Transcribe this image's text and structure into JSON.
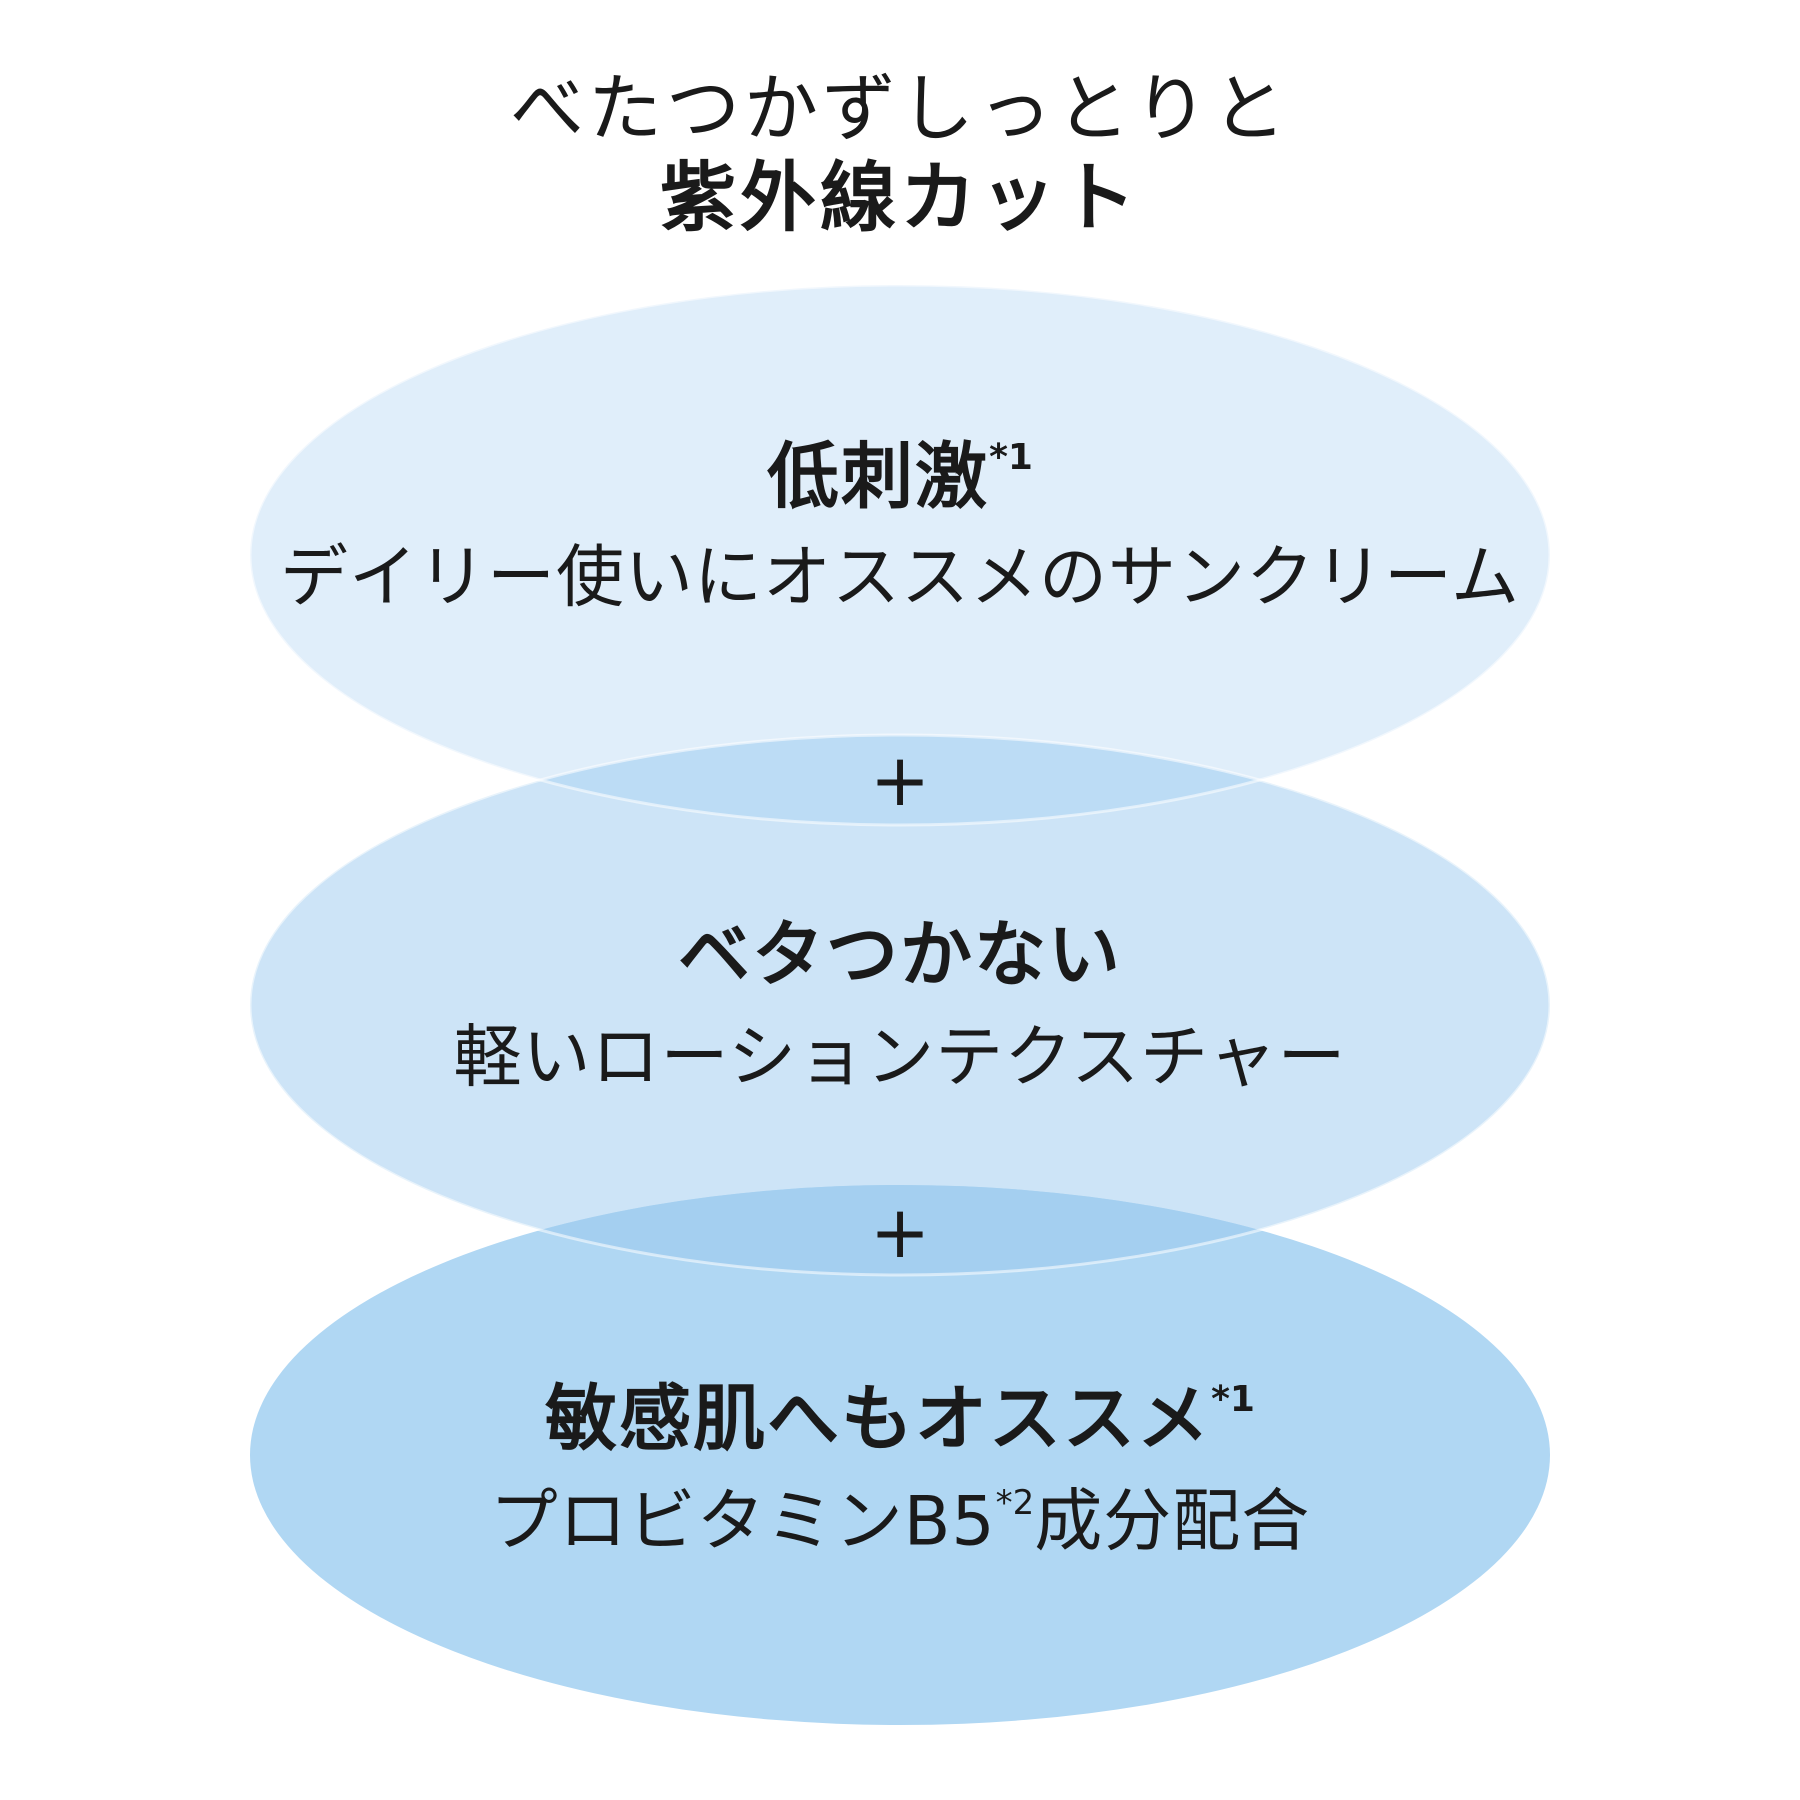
{
  "headline": {
    "line1": "べたつかずしっとりと",
    "line2": "紫外線カット"
  },
  "features": [
    {
      "title": "低刺激",
      "title_note": "*1",
      "subtitle_pre": "デイリー使いにオススメのサンクリーム",
      "subtitle_note": "",
      "subtitle_post": ""
    },
    {
      "title": "ベタつかない",
      "title_note": "",
      "subtitle_pre": "軽いローションテクスチャー",
      "subtitle_note": "",
      "subtitle_post": ""
    },
    {
      "title": "敏感肌へもオススメ",
      "title_note": "*1",
      "subtitle_pre": "プロビタミンB5",
      "subtitle_note": "*2",
      "subtitle_post": "成分配合"
    }
  ],
  "connectors": [
    "+",
    "+"
  ],
  "colors": {
    "ellipse_top": "#e0eefa",
    "ellipse_middle": "#cde4f7",
    "ellipse_bottom": "#b0d7f3",
    "overlap_top": "#bcdcf5",
    "overlap_bottom": "#a4cff0",
    "text": "#1a1a1a"
  }
}
